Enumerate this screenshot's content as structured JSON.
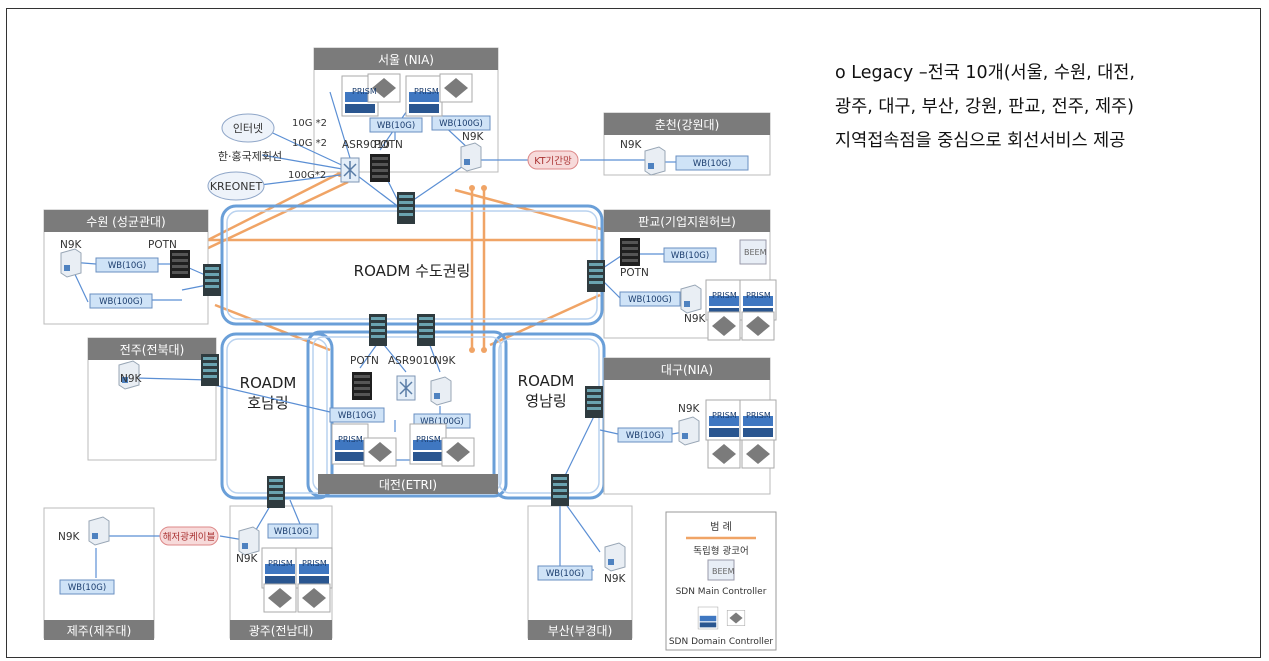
{
  "description": {
    "line1": "o Legacy –전국 10개(서울, 수원, 대전,",
    "line2": "광주, 대구, 부산, 강원, 판교, 전주, 제주)",
    "line3": "지역접속점을 중심으로 회선서비스 제공"
  },
  "sites": {
    "seoul": "서울 (NIA)",
    "chuncheon": "춘천(강원대)",
    "suwon": "수원 (성균관대)",
    "pangyo": "판교(기업지원허브)",
    "jeonju": "전주(전북대)",
    "daegu": "대구(NIA)",
    "daejeon": "대전(ETRI)",
    "jeju": "제주(제주대)",
    "gwangju": "광주(전남대)",
    "busan": "부산(부경대)"
  },
  "rings": {
    "capital": "ROADM 수도권링",
    "honam_1": "ROADM",
    "honam_2": "호남링",
    "yeongnam_1": "ROADM",
    "yeongnam_2": "영남링"
  },
  "devices": {
    "n9k": "N9K",
    "potn": "POTN",
    "asr": "ASR9010",
    "wb10": "WB(10G)",
    "wb100": "WB(100G)",
    "prism": "PRISM",
    "beem": "BEEM"
  },
  "links": {
    "internet": "인터넷",
    "hk": "한·홍국제회선",
    "kreonet": "KREONET",
    "bw_internet": "10G *2",
    "bw_hk": "10G *2",
    "bw_kreonet": "100G*2",
    "kt": "KT기간망",
    "sea": "해저광케이블"
  },
  "legend": {
    "title": "범 례",
    "fiber": "독립형 광코어",
    "main": "SDN Main Controller",
    "domain": "SDN Domain Controller"
  },
  "colors": {
    "ring": "#6a9fd8",
    "fiber": "#f0a466",
    "header": "#7b7b7b",
    "box_border": "#bbbbbb",
    "wb_fill": "#cfe3f7",
    "link_line": "#5b8fd4"
  }
}
